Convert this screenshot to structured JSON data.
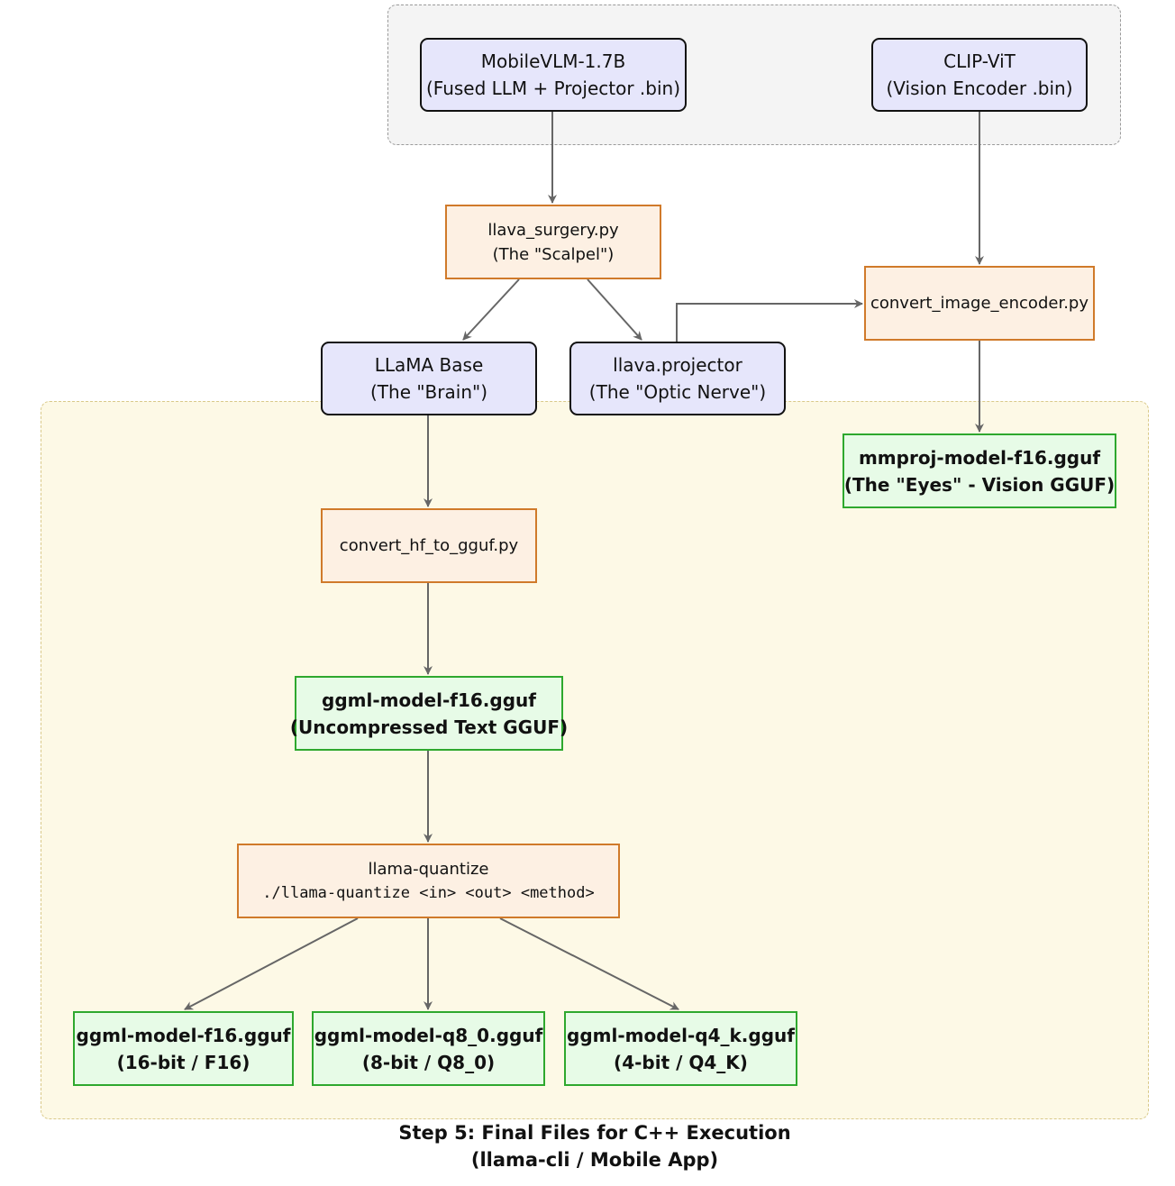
{
  "nodes": {
    "mobilevlm": {
      "line1": "MobileVLM-1.7B",
      "line2": "(Fused LLM + Projector .bin)"
    },
    "clip_vit": {
      "line1": "CLIP-ViT",
      "line2": "(Vision Encoder .bin)"
    },
    "llava_surgery": {
      "line1": "llava_surgery.py",
      "line2": "(The \"Scalpel\")"
    },
    "convert_image_encoder": {
      "line1": "convert_image_encoder.py"
    },
    "llama_base": {
      "line1": "LLaMA Base",
      "line2": "(The \"Brain\")"
    },
    "llava_projector": {
      "line1": "llava.projector",
      "line2": "(The \"Optic Nerve\")"
    },
    "mmproj": {
      "line1": "mmproj-model-f16.gguf",
      "line2": "(The \"Eyes\" - Vision GGUF)"
    },
    "convert_hf": {
      "line1": "convert_hf_to_gguf.py"
    },
    "ggml_f16_mid": {
      "line1": "ggml-model-f16.gguf",
      "line2": "(Uncompressed Text GGUF)"
    },
    "llama_quantize": {
      "line1": "llama-quantize",
      "line2": "./llama-quantize <in> <out> <method>"
    },
    "out_f16": {
      "line1": "ggml-model-f16.gguf",
      "line2": "(16-bit / F16)"
    },
    "out_q8": {
      "line1": "ggml-model-q8_0.gguf",
      "line2": "(8-bit / Q8_0)"
    },
    "out_q4": {
      "line1": "ggml-model-q4_k.gguf",
      "line2": "(4-bit / Q4_K)"
    }
  },
  "caption": {
    "line1": "Step 5: Final Files for C++ Execution",
    "line2": "(llama-cli / Mobile App)"
  },
  "colors": {
    "model_fill": "#e6e6fb",
    "model_border": "#111111",
    "script_fill": "#fdf0e3",
    "script_border": "#d07a2a",
    "output_fill": "#e7fbe7",
    "output_border": "#2ea82e",
    "edge": "#666666"
  }
}
